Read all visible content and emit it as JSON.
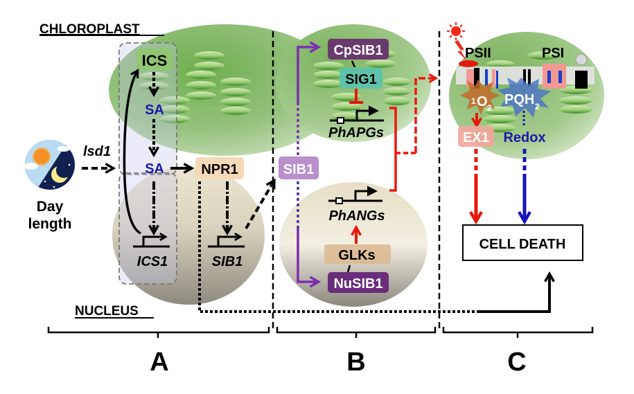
{
  "labels": {
    "chloroplast": "CHLOROPLAST",
    "nucleus": "NUCLEUS",
    "day_length_line1": "Day",
    "day_length_line2": "length",
    "lsd1": "lsd1",
    "cell_death": "CELL DEATH"
  },
  "panel_a": {
    "letter": "A",
    "ics": "ICS",
    "sa_top": "SA",
    "sa_mid": "SA",
    "npr1": "NPR1",
    "ics1_gene": "ICS1",
    "sib1_gene": "SIB1"
  },
  "panel_b": {
    "letter": "B",
    "sib1": "SIB1",
    "cpsib1": "CpSIB1",
    "sig1": "SIG1",
    "phapgs": "PhAPGs",
    "phangs": "PhANGs",
    "glks": "GLKs",
    "nusib1": "NuSIB1"
  },
  "panel_c": {
    "letter": "C",
    "psii": "PSII",
    "psi": "PSI",
    "singlet_oxygen_sup": "1",
    "singlet_oxygen_main": "O",
    "singlet_oxygen_sub": "2",
    "pqh_main": "PQH",
    "pqh_sub": "2",
    "ex1": "EX1",
    "redox": "Redox"
  },
  "icons": {
    "day_night": "day-night-icon",
    "sun_light": "sun-icon"
  },
  "colors": {
    "chloroplast_green": "#4f9a36",
    "nucleus_beige": "#e8e2cc",
    "sa_blue": "#1a1aa8",
    "npr1_box": "#f6d9b8",
    "sib1_purple_light": "#b98fcc",
    "sib_purple_dark": "#6a3a6e",
    "sig1_teal": "#56c2b4",
    "glks_tan": "#dcb98f",
    "ex1_pink": "#f3a59a",
    "redox_blue": "#1a1aa8",
    "arrow_red": "#e8180c",
    "arrow_purple": "#7b2fb0"
  }
}
